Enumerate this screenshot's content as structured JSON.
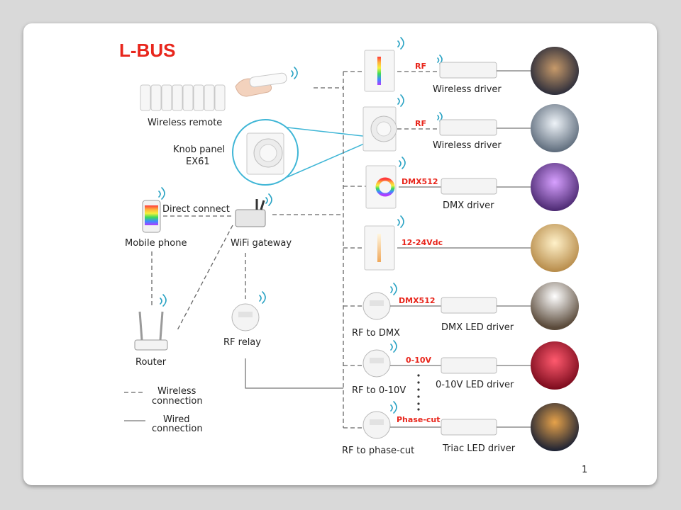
{
  "logo": "L-BUS",
  "page_number": "1",
  "colors": {
    "accent": "#e8261c",
    "wifi": "#2aa3c4",
    "callout": "#3fb6d6"
  },
  "left": {
    "wireless_remote": "Wireless remote",
    "knob_panel": "Knob panel",
    "knob_model": "EX61",
    "direct_connect": "Direct connect",
    "mobile_phone": "Mobile phone",
    "wifi_gateway": "WiFi gateway",
    "router": "Router",
    "rf_relay": "RF relay"
  },
  "legend": {
    "wireless_1": "Wireless",
    "wireless_2": "connection",
    "wired_1": "Wired",
    "wired_2": "connection"
  },
  "rows": [
    {
      "signal": "RF",
      "driver": "Wireless driver",
      "device": ""
    },
    {
      "signal": "RF",
      "driver": "Wireless driver",
      "device": ""
    },
    {
      "signal": "DMX512",
      "driver": "DMX driver",
      "device": ""
    },
    {
      "signal": "12-24Vdc",
      "driver": "",
      "device": ""
    },
    {
      "signal": "DMX512",
      "driver": "DMX LED driver",
      "device": "RF to DMX"
    },
    {
      "signal": "0-10V",
      "driver": "0-10V LED driver",
      "device": "RF to 0-10V"
    },
    {
      "signal": "Phase-cut",
      "driver": "Triac LED driver",
      "device": "RF to phase-cut"
    }
  ]
}
